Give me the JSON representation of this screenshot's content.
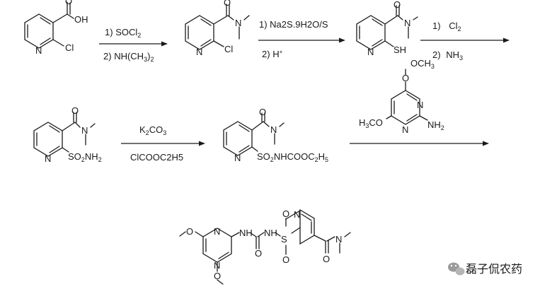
{
  "scheme": {
    "step1": {
      "line1_num": "1)",
      "line1_text": "SOCl",
      "line1_sub": "2",
      "line2_num": "2)",
      "line2_text": "NH(CH",
      "line2_sub": "3",
      "line2_close": ")",
      "line2_sub2": "2"
    },
    "step2": {
      "line1": "1) Na2S.9H2O/S",
      "line2_num": "2)",
      "line2_text": "H",
      "line2_sup": "+"
    },
    "step3": {
      "line1_num": "1)",
      "line1_text": "Cl",
      "line1_sub": "2",
      "line2_num": "2)",
      "line2_text": "NH",
      "line2_sub": "3"
    },
    "step4": {
      "line1_text": "K",
      "line1_sub": "2",
      "line1_rest": "CO",
      "line1_sub2": "3",
      "line2": "ClCOOC2H5"
    },
    "reagent5": {
      "top": "OCH",
      "top_sub": "3",
      "left": "H",
      "left_sub": "3",
      "left_rest": "CO",
      "right_text": "NH",
      "right_sub": "2"
    }
  },
  "atoms": {
    "N": "N",
    "O": "O",
    "Cl": "Cl",
    "OH": "OH",
    "SH": "SH",
    "S": "S",
    "H": "H",
    "SO": "SO",
    "NH": "NH",
    "two": "2",
    "so2nh2": "SO",
    "so2nh2_tail": "NH",
    "so2nh_tail": "NHCOOC",
    "so2nh_tail2": "H",
    "five": "5"
  },
  "watermark": {
    "text": "磊子侃农药",
    "icon": "wechat-icon"
  }
}
